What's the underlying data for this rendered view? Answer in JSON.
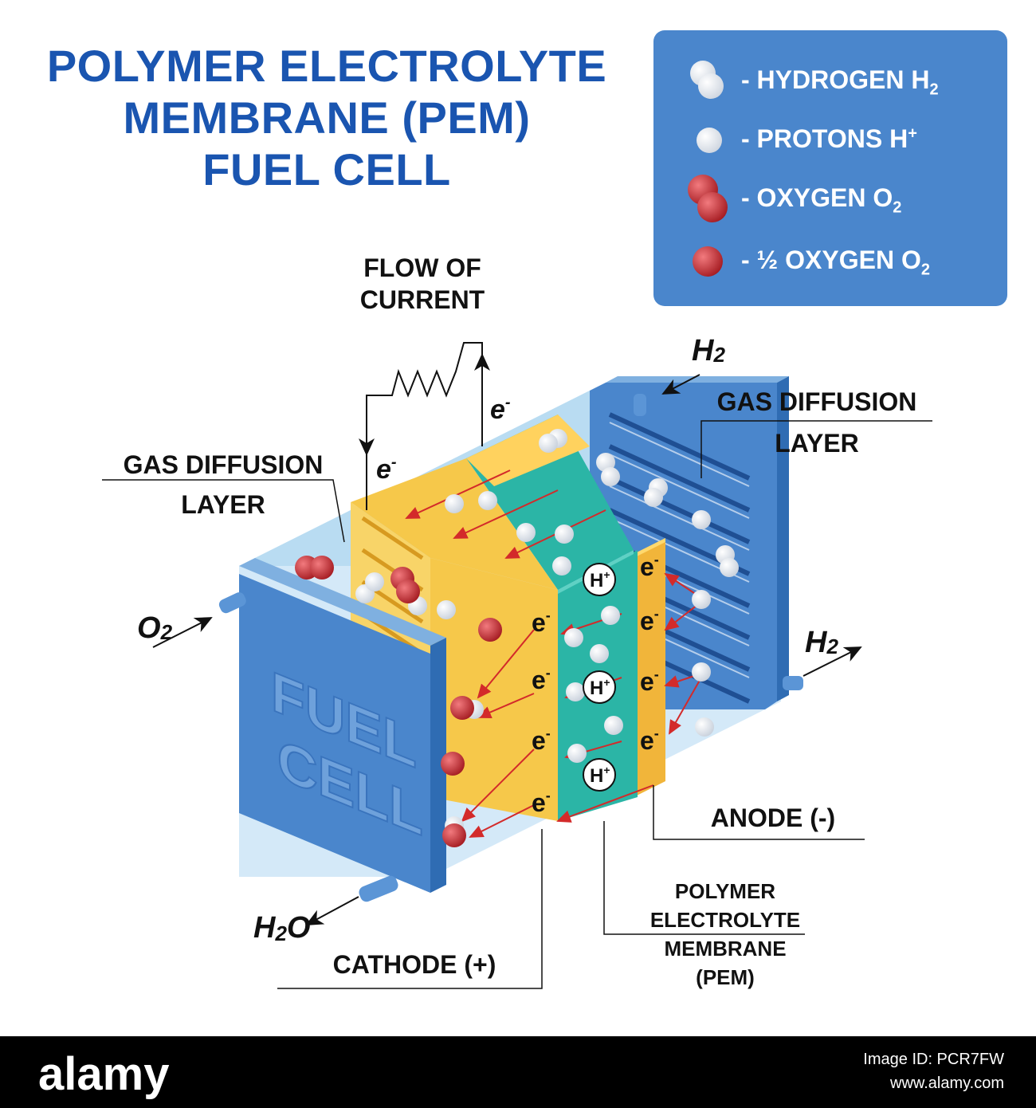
{
  "title": {
    "line1": "POLYMER ELECTROLYTE",
    "line2": "MEMBRANE (PEM)",
    "line3": "FUEL CELL"
  },
  "legend": {
    "hydrogen": {
      "text": "- HYDROGEN  H",
      "sub": "2"
    },
    "protons": {
      "text": "- PROTONS  H",
      "sup": "+"
    },
    "oxygen": {
      "text": "- OXYGEN  O",
      "sub": "2"
    },
    "half_oxygen": {
      "text": "- ½ OXYGEN  O",
      "sub": "2"
    }
  },
  "labels": {
    "flow_line1": "FLOW OF",
    "flow_line2": "CURRENT",
    "gdl_left_line1": "GAS DIFFUSION",
    "gdl_left_line2": "LAYER",
    "gdl_right_line1": "GAS DIFFUSION",
    "gdl_right_line2": "LAYER",
    "anode": "ANODE (-)",
    "cathode": "CATHODE (+)",
    "pem_line1": "POLYMER",
    "pem_line2": "ELECTROLYTE",
    "pem_line3": "MEMBRANE",
    "pem_line4": "(PEM)",
    "box_line1": "FUEL",
    "box_line2": "CELL",
    "o2_in": "O",
    "o2_in_sub": "2",
    "h2_in": "H",
    "h2_in_sub": "2",
    "h2_out": "H",
    "h2_out_sub": "2",
    "h2o_out": "H",
    "h2o_out_sub": "2",
    "h2o_out_tail": "O",
    "electron": "e",
    "electron_sup": "-",
    "proton": "H",
    "proton_sup": "+"
  },
  "footer": {
    "brand": "alamy",
    "image_id": "Image ID: PCR7FW",
    "site": "www.alamy.com"
  },
  "colors": {
    "title_blue": "#1a55b0",
    "legend_bg": "#4a86cc",
    "plate_blue": "#4a86cc",
    "plate_light": "#b9dcf2",
    "electrode_yellow": "#f6c84a",
    "membrane_teal": "#2bb5a6",
    "oxygen_red": "#cc2a2f",
    "arrow_red": "#d32a2a"
  }
}
